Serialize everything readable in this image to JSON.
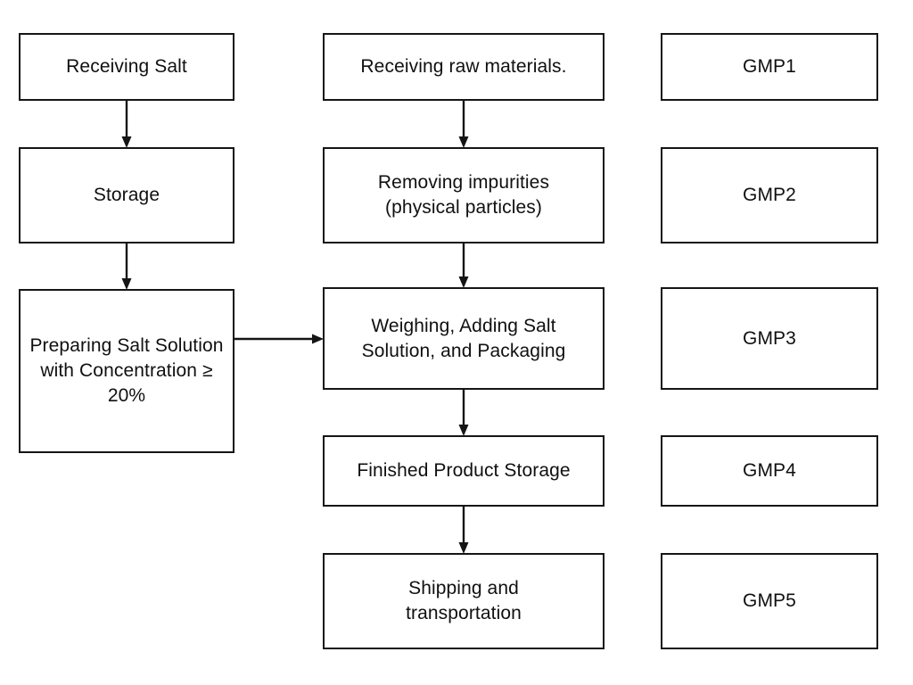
{
  "diagram": {
    "title": "Salt solution production process flow with GMP stages",
    "background_color": "#ffffff",
    "line_color": "#151515",
    "text_color": "#101010"
  },
  "columns": {
    "left": {
      "name": "salt-solution-preparation",
      "nodes": [
        {
          "id": "receiving-salt",
          "label": "Receiving Salt"
        },
        {
          "id": "storage",
          "label": "Storage"
        },
        {
          "id": "prep-solution",
          "label": "Preparing Salt Solution with Concentration ≥ 20%"
        }
      ]
    },
    "middle": {
      "name": "main-production-line",
      "nodes": [
        {
          "id": "receiving-raw",
          "label": "Receiving raw materials."
        },
        {
          "id": "removing-impurities",
          "label": "Removing impurities\n(physical particles)"
        },
        {
          "id": "weighing",
          "label": "Weighing, Adding Salt\nSolution, and Packaging"
        },
        {
          "id": "finished-storage",
          "label": "Finished Product Storage"
        },
        {
          "id": "shipping",
          "label": "Shipping and\ntransportation"
        }
      ]
    },
    "right": {
      "name": "gmp-stages",
      "nodes": [
        {
          "id": "gmp1",
          "label": "GMP1"
        },
        {
          "id": "gmp2",
          "label": "GMP2"
        },
        {
          "id": "gmp3",
          "label": "GMP3"
        },
        {
          "id": "gmp4",
          "label": "GMP4"
        },
        {
          "id": "gmp5",
          "label": "GMP5"
        }
      ]
    }
  },
  "edges": [
    {
      "id": "receiving-salt-to-storage",
      "from": "receiving-salt",
      "to": "storage",
      "direction": "down"
    },
    {
      "id": "storage-to-prep-solution",
      "from": "storage",
      "to": "prep-solution",
      "direction": "down"
    },
    {
      "id": "prep-solution-to-weighing",
      "from": "prep-solution",
      "to": "weighing",
      "direction": "right"
    },
    {
      "id": "receiving-raw-to-removing-impurities",
      "from": "receiving-raw",
      "to": "removing-impurities",
      "direction": "down"
    },
    {
      "id": "removing-impurities-to-weighing",
      "from": "removing-impurities",
      "to": "weighing",
      "direction": "down"
    },
    {
      "id": "weighing-to-finished-storage",
      "from": "weighing",
      "to": "finished-storage",
      "direction": "down"
    },
    {
      "id": "finished-storage-to-shipping",
      "from": "finished-storage",
      "to": "shipping",
      "direction": "down"
    }
  ]
}
